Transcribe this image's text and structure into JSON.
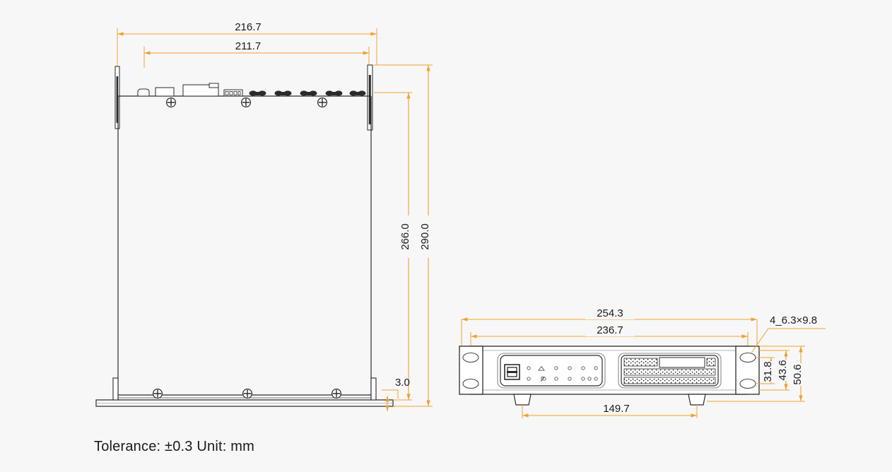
{
  "drawing": {
    "title_note": "Tolerance: ±0.3 Unit: mm",
    "colors": {
      "background": "#f7f7f7",
      "dimension_line": "#f0a030",
      "outline": "#1a1a1a",
      "outline_light": "#555555"
    },
    "side_view": {
      "name": "bracket-side-view",
      "dimensions": {
        "overall_width": "216.7",
        "inner_width": "211.7",
        "inner_height": "266.0",
        "overall_height": "290.0",
        "base_thickness": "3.0"
      },
      "screws": {
        "top_row_count": 3,
        "bottom_row_count": 3,
        "symbol": "circled-plus"
      }
    },
    "front_view": {
      "name": "chassis-front-view",
      "dimensions": {
        "overall_width": "254.3",
        "body_width": "236.7",
        "feet_span": "149.7",
        "slot_center_height": "31.8",
        "ear_height": "43.6",
        "overall_height": "50.6",
        "slot_callout": "4_6.3×9.8"
      },
      "panel_left": {
        "name": "io-panel",
        "port_icon": "connector-icon",
        "led_rows": [
          [
            "circle",
            "triangle-up",
            "circle",
            "circle",
            "circle",
            "circle",
            "circle",
            "gap",
            "circle"
          ],
          [
            "circle",
            "triangle-down",
            "circle",
            "circle",
            "circle",
            "circle",
            "circle",
            "circle",
            "circle"
          ]
        ]
      },
      "panel_right": {
        "name": "ventilation-grille",
        "band_count": 4,
        "has_display_window": true
      },
      "mounting_ears": {
        "count": 2,
        "slots_per_ear": 2,
        "slot_shape": "oval"
      },
      "feet_count": 2
    }
  }
}
